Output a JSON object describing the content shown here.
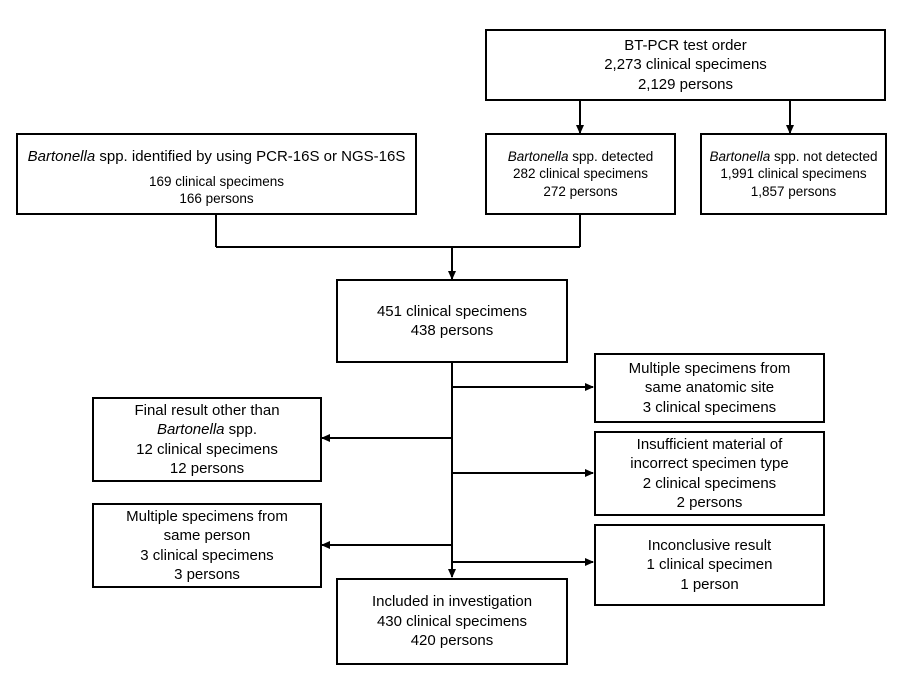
{
  "flowchart": {
    "test_order": {
      "title": "BT-PCR test order",
      "specimens": "2,273 clinical specimens",
      "persons": "2,129 persons"
    },
    "identified_16s": {
      "title_italic": "Bartonella",
      "title_rest": " spp. identified by using PCR-16S or NGS-16S",
      "specimens": "169 clinical specimens",
      "persons": "166 persons"
    },
    "detected": {
      "title_italic": "Bartonella",
      "title_rest": " spp. detected",
      "specimens": "282 clinical specimens",
      "persons": "272 persons"
    },
    "not_detected": {
      "title_italic": "Bartonella",
      "title_rest": " spp. not detected",
      "specimens": "1,991 clinical specimens",
      "persons": "1,857 persons"
    },
    "combined": {
      "specimens": "451 clinical specimens",
      "persons": "438 persons"
    },
    "excl_same_site": {
      "line1": "Multiple specimens from",
      "line2": "same anatomic site",
      "specimens": "3 clinical specimens"
    },
    "excl_other_result": {
      "line1": "Final result other than",
      "line2_italic": "Bartonella",
      "line2_rest": " spp.",
      "specimens": "12 clinical specimens",
      "persons": "12 persons"
    },
    "excl_insufficient": {
      "line1": "Insufficient material of",
      "line2": "incorrect specimen type",
      "specimens": "2 clinical specimens",
      "persons": "2 persons"
    },
    "excl_same_person": {
      "line1": "Multiple specimens from",
      "line2": "same person",
      "specimens": "3 clinical specimens",
      "persons": "3 persons"
    },
    "excl_inconclusive": {
      "line1": "Inconclusive result",
      "specimens": "1 clinical specimen",
      "persons": "1 person"
    },
    "included": {
      "title": "Included in investigation",
      "specimens": "430 clinical specimens",
      "persons": "420 persons"
    }
  }
}
